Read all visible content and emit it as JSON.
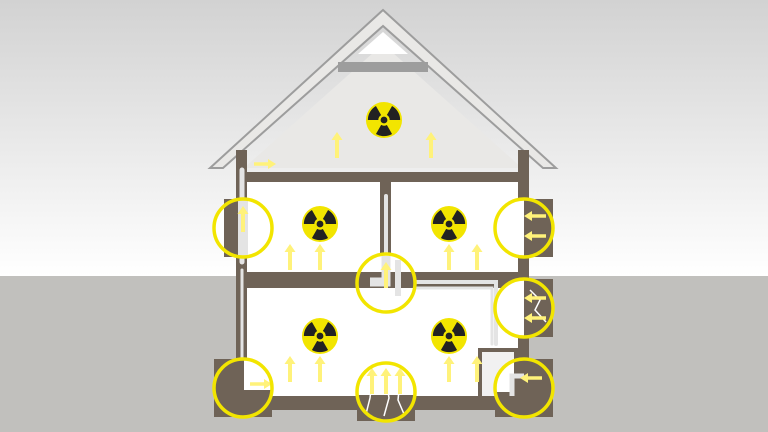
{
  "colors": {
    "sky_top": "#d2d2d2",
    "sky_bottom": "#ffffff",
    "ground": "#c1c0bd",
    "wall": "#6f6357",
    "interior": "#ffffff",
    "roof_fill": "#e9e8e6",
    "roof_outline": "#9d9d9d",
    "pipe": "#e4e4e4",
    "arrow": "#fff27a",
    "accent": "#f2e500",
    "symbol": "#222222"
  },
  "icons": {
    "radon": "radiation-trefoil-icon",
    "arrow": "up-arrow-icon",
    "callout": "zoom-callout"
  },
  "callouts": [
    "pipe-penetration-wall",
    "wall-cavity-right",
    "floor-pipe-junction",
    "wall-cracks-right",
    "floor-wall-joint-left",
    "foundation-cracks",
    "floor-wall-joint-right"
  ]
}
